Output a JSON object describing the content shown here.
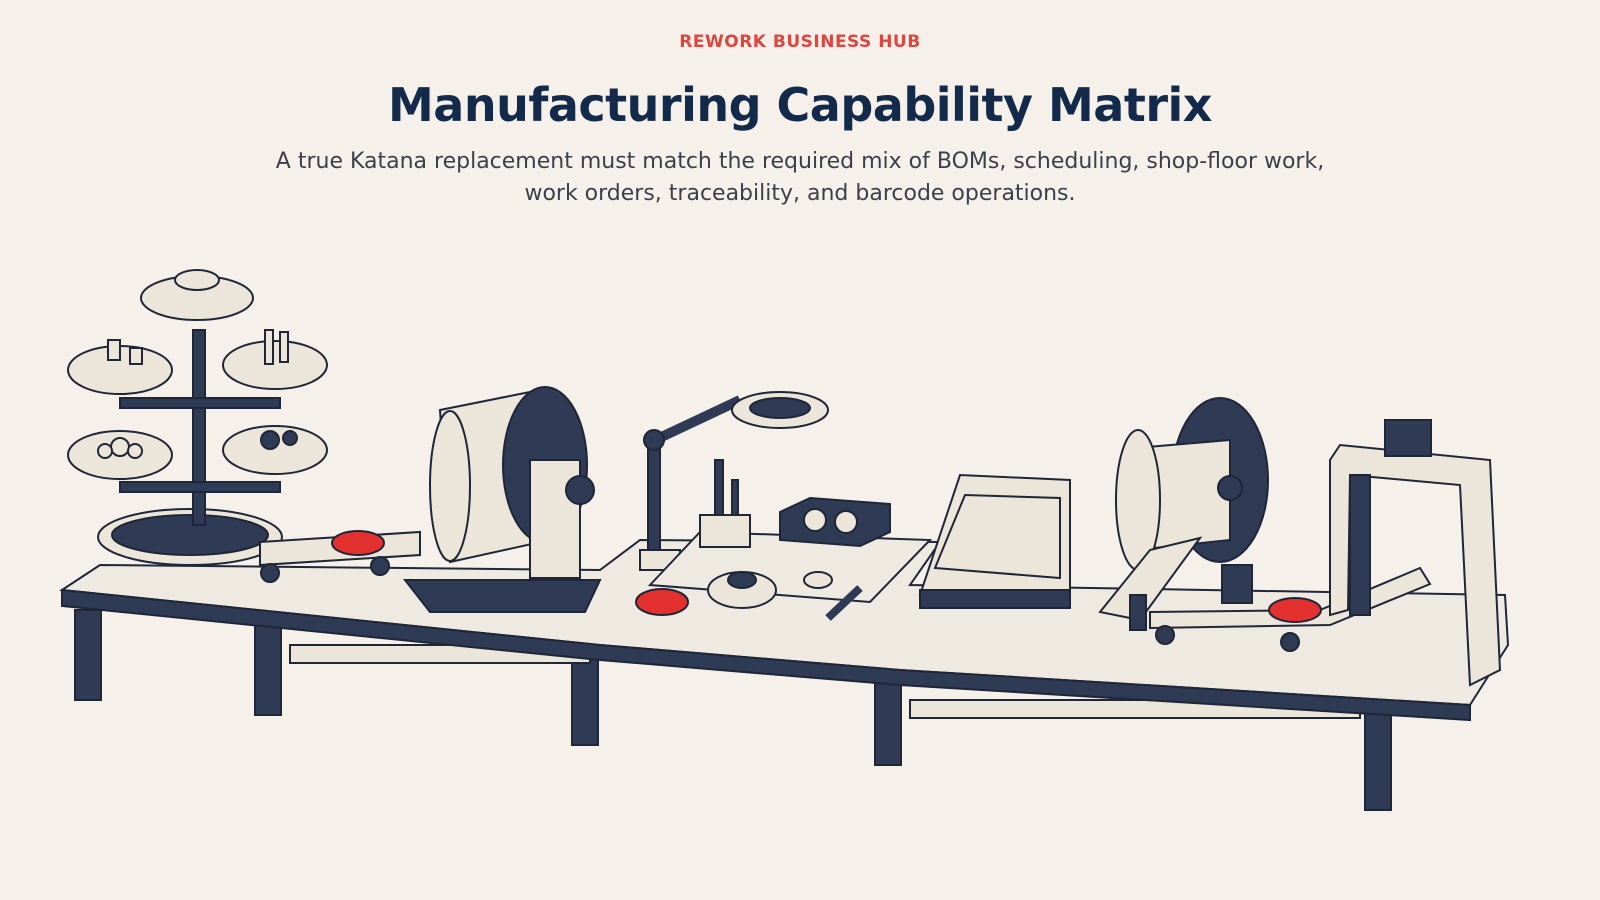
{
  "header": {
    "eyebrow": "REWORK BUSINESS HUB",
    "title": "Manufacturing Capability Matrix",
    "subtitle": "A true Katana replacement must match the required mix of BOMs, scheduling, shop-floor work, work orders, traceability, and barcode operations."
  },
  "illustration": {
    "name": "factory-workbench-illustration",
    "colors": {
      "navy": "#2f3a55",
      "cream": "#ece6da",
      "tabletop": "#eeeae2",
      "accent": "#e2312f",
      "background": "#f5f1ea"
    }
  }
}
